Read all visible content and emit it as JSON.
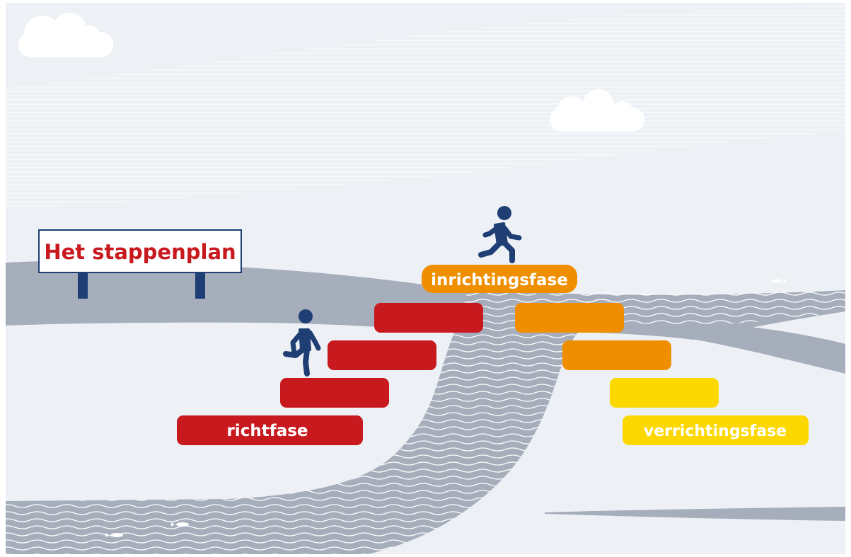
{
  "signboard": {
    "title": "Het stappenplan"
  },
  "phases": [
    {
      "label": "richtfase",
      "color": "#c8191f"
    },
    {
      "label": "inrichtingsfase",
      "color": "#ef8f00"
    },
    {
      "label": "verrichtingsfase",
      "color": "#fcd800"
    }
  ],
  "palette": {
    "background": "#edf1f5",
    "river": "#a6adbb",
    "wave": "#ffffff",
    "cloud": "#ffffff",
    "figure": "#1f3e74",
    "sign_border": "#1f3e74",
    "sign_text": "#c8191f",
    "step_red": "#c8191f",
    "step_orange": "#ef8f00",
    "step_yellow": "#fcd800"
  },
  "figures": [
    {
      "name": "walking-person-icon"
    },
    {
      "name": "running-person-icon"
    }
  ]
}
